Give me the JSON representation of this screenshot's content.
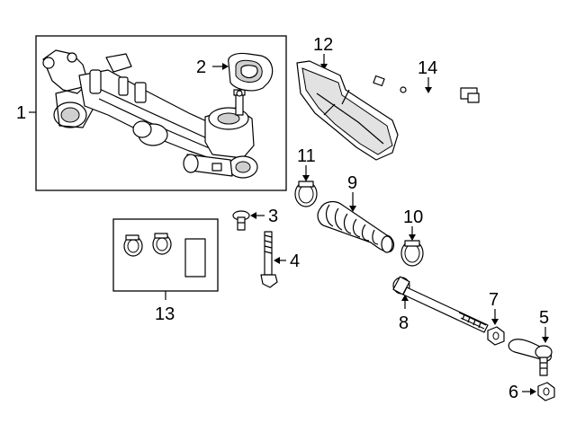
{
  "callouts": {
    "c1": "1",
    "c2": "2",
    "c3": "3",
    "c4": "4",
    "c5": "5",
    "c6": "6",
    "c7": "7",
    "c8": "8",
    "c9": "9",
    "c10": "10",
    "c11": "11",
    "c12": "12",
    "c13": "13",
    "c14": "14"
  },
  "icons": {
    "steering-gear": "steering-rack-assembly-icon",
    "seal": "dust-seal-icon",
    "bolt": "bolt-icon",
    "boot": "bellows-boot-icon",
    "clamp": "hose-clamp-icon",
    "tie-rod": "tie-rod-icon",
    "nut": "hex-nut-icon",
    "shield": "heat-shield-icon",
    "line": "pressure-line-icon"
  }
}
